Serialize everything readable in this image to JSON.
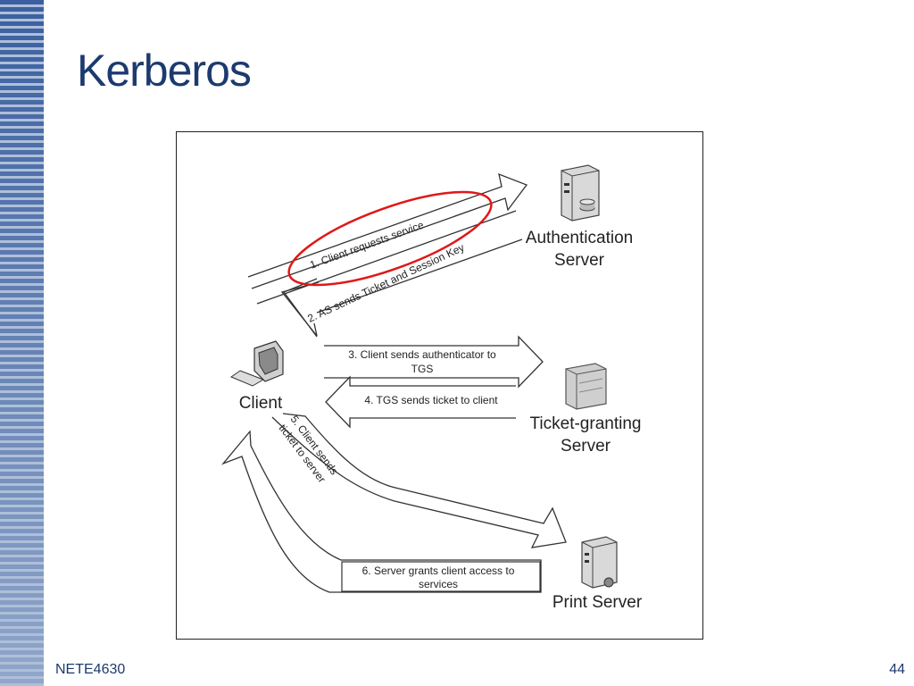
{
  "slide": {
    "title": "Kerberos",
    "footer_course": "NETE4630",
    "page_number": "44"
  },
  "colors": {
    "accent": "#1c3a6e",
    "stripe_dark": "#3b5fa0",
    "stripe_light": "#aebfd9",
    "highlight": "#e01818"
  },
  "diagram": {
    "nodes": {
      "authentication_server": {
        "line1": "Authentication",
        "line2": "Server",
        "icon": "server-tower-icon"
      },
      "ticket_granting_server": {
        "line1": "Ticket-granting",
        "line2": "Server",
        "icon": "server-cabinet-icon"
      },
      "print_server": {
        "label": "Print Server",
        "icon": "print-server-icon"
      },
      "client": {
        "label": "Client",
        "icon": "workstation-icon"
      }
    },
    "steps": {
      "s1": "1. Client requests service",
      "s2": "2. AS sends Ticket and Session Key",
      "s3_line1": "3. Client sends authenticator to",
      "s3_line2": "TGS",
      "s4": "4. TGS sends ticket to client",
      "s5_line1": "5. Client sends",
      "s5_line2": "ticket to server",
      "s6_line1": "6. Server grants client access to",
      "s6_line2": "services"
    }
  }
}
